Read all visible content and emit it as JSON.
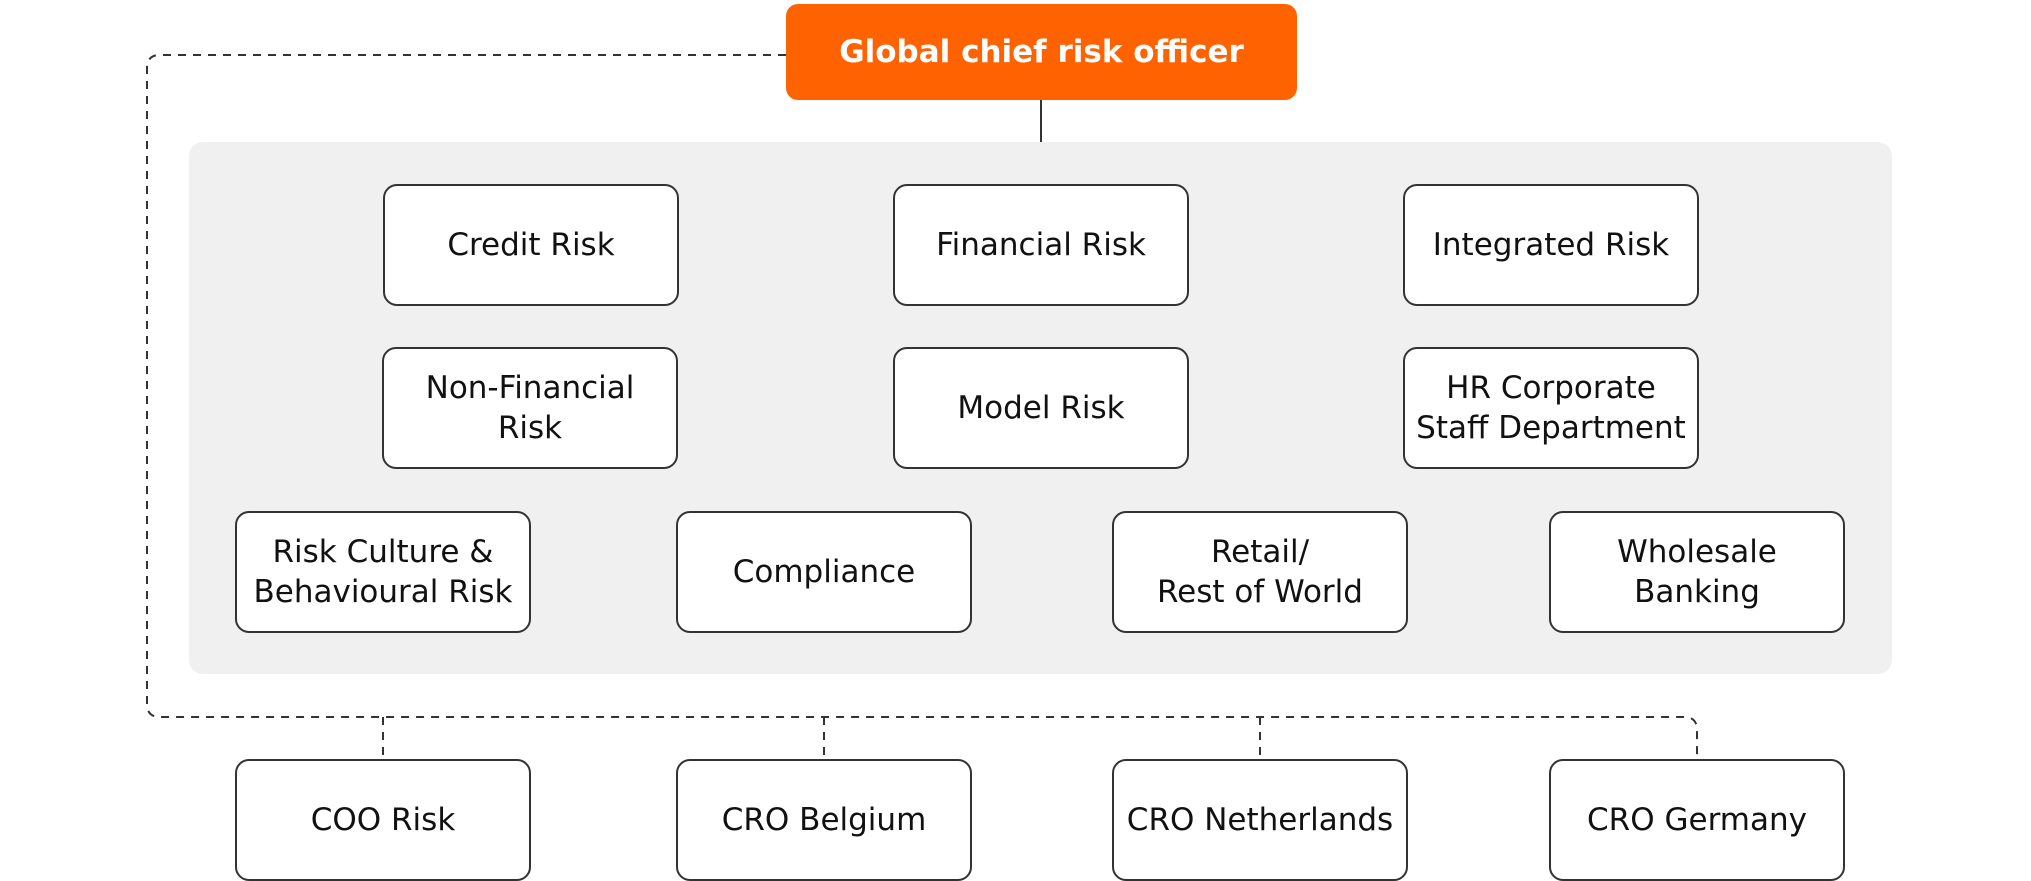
{
  "head": {
    "label": "Global chief risk officer"
  },
  "departments": {
    "credit_risk": "Credit Risk",
    "financial_risk": "Financial Risk",
    "integrated_risk": "Integrated Risk",
    "non_financial_risk": "Non-Financial\nRisk",
    "model_risk": "Model Risk",
    "hr_corporate": "HR Corporate\nStaff Department",
    "risk_culture": "Risk Culture &\nBehavioural Risk",
    "compliance": "Compliance",
    "retail_row": "Retail/\nRest of World",
    "wholesale_banking": "Wholesale\nBanking"
  },
  "regional": {
    "coo_risk": "COO Risk",
    "cro_belgium": "CRO Belgium",
    "cro_netherlands": "CRO Netherlands",
    "cro_germany": "CRO Germany"
  },
  "colors": {
    "accent": "#ff6200",
    "panel": "#f0f0f0",
    "border": "#333333"
  }
}
